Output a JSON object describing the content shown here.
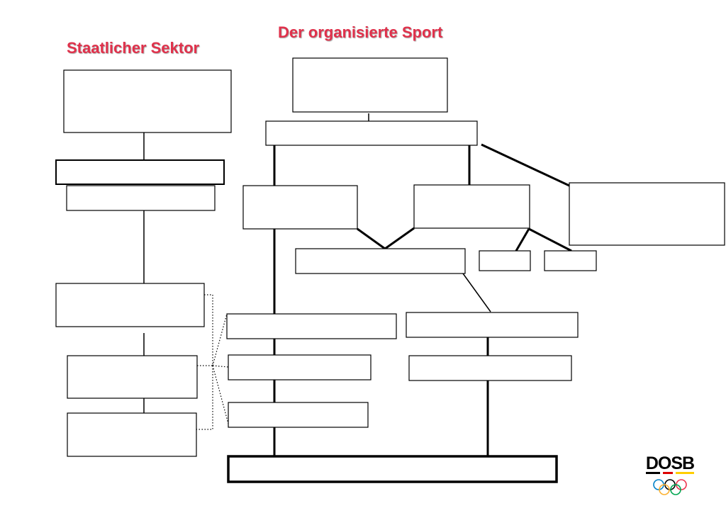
{
  "headings": {
    "organized_sport": "Der organisierte Sport",
    "state_sector": "Staatlicher Sektor"
  },
  "logo": {
    "text": "DOSB",
    "icon": "olympic-rings-icon",
    "colors": [
      "#0081c8",
      "#fcb131",
      "#000000",
      "#00a651",
      "#ee334e"
    ]
  },
  "colors": {
    "heading": "#e0314b",
    "lines": "#000000",
    "boxes": "#ffffff"
  }
}
